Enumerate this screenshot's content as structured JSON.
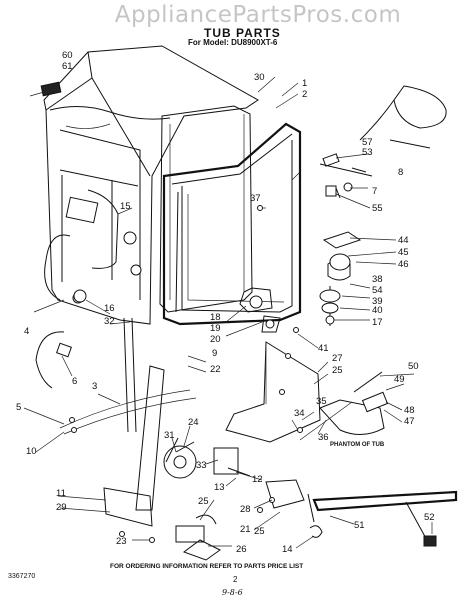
{
  "watermark": "AppliancePartsPros.com",
  "title": "TUB PARTS",
  "model": "For Model: DU8900XT-6",
  "footer": "FOR ORDERING INFORMATION REFER TO PARTS PRICE LIST",
  "page_number": "2",
  "doc_number": "3367270",
  "date_note": "9-8-6",
  "callouts": [
    {
      "id": "c60",
      "label": "60"
    },
    {
      "id": "c61",
      "label": "61"
    },
    {
      "id": "c30",
      "label": "30"
    },
    {
      "id": "c1",
      "label": "1"
    },
    {
      "id": "c2",
      "label": "2"
    },
    {
      "id": "c57",
      "label": "57"
    },
    {
      "id": "c53",
      "label": "53"
    },
    {
      "id": "c8",
      "label": "8"
    },
    {
      "id": "c7",
      "label": "7"
    },
    {
      "id": "c55",
      "label": "55"
    },
    {
      "id": "c15",
      "label": "15"
    },
    {
      "id": "c37",
      "label": "37"
    },
    {
      "id": "c44",
      "label": "44"
    },
    {
      "id": "c45",
      "label": "45"
    },
    {
      "id": "c46",
      "label": "46"
    },
    {
      "id": "c38",
      "label": "38"
    },
    {
      "id": "c54",
      "label": "54"
    },
    {
      "id": "c39",
      "label": "39"
    },
    {
      "id": "c40",
      "label": "40"
    },
    {
      "id": "c17",
      "label": "17"
    },
    {
      "id": "c4",
      "label": "4"
    },
    {
      "id": "c16",
      "label": "16"
    },
    {
      "id": "c32",
      "label": "32"
    },
    {
      "id": "c18",
      "label": "18"
    },
    {
      "id": "c19",
      "label": "19"
    },
    {
      "id": "c20",
      "label": "20"
    },
    {
      "id": "c9",
      "label": "9"
    },
    {
      "id": "c22",
      "label": "22"
    },
    {
      "id": "c41",
      "label": "41"
    },
    {
      "id": "c27",
      "label": "27"
    },
    {
      "id": "c25a",
      "label": "25"
    },
    {
      "id": "c6",
      "label": "6"
    },
    {
      "id": "c3",
      "label": "3"
    },
    {
      "id": "c50",
      "label": "50"
    },
    {
      "id": "c5",
      "label": "5"
    },
    {
      "id": "c49",
      "label": "49"
    },
    {
      "id": "c48",
      "label": "48"
    },
    {
      "id": "c47",
      "label": "47"
    },
    {
      "id": "c35",
      "label": "35"
    },
    {
      "id": "c34",
      "label": "34"
    },
    {
      "id": "c36",
      "label": "36"
    },
    {
      "id": "c10",
      "label": "10"
    },
    {
      "id": "c24",
      "label": "24"
    },
    {
      "id": "c31",
      "label": "31"
    },
    {
      "id": "c33",
      "label": "33"
    },
    {
      "id": "c13",
      "label": "13"
    },
    {
      "id": "c12",
      "label": "12"
    },
    {
      "id": "c11",
      "label": "11"
    },
    {
      "id": "c28",
      "label": "28"
    },
    {
      "id": "c29",
      "label": "29"
    },
    {
      "id": "c25b",
      "label": "25"
    },
    {
      "id": "c21",
      "label": "21"
    },
    {
      "id": "c25c",
      "label": "25"
    },
    {
      "id": "c51",
      "label": "51"
    },
    {
      "id": "c52",
      "label": "52"
    },
    {
      "id": "c23",
      "label": "23"
    },
    {
      "id": "c26",
      "label": "26"
    },
    {
      "id": "c14",
      "label": "14"
    }
  ],
  "phantom_label": "PHANTOM OF TUB"
}
